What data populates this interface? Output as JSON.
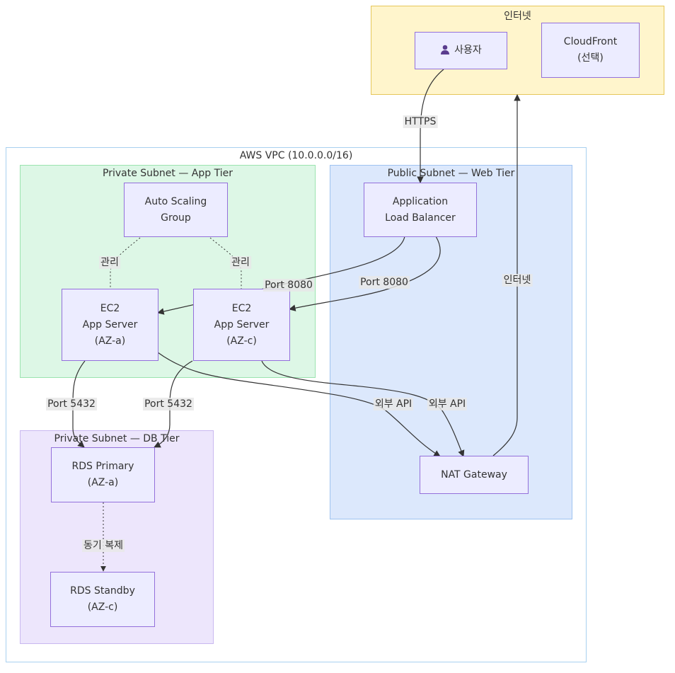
{
  "groups": {
    "internet": "인터넷",
    "vpc": "AWS VPC (10.0.0.0/16)",
    "app_subnet": "Private Subnet — App Tier",
    "web_subnet": "Public Subnet — Web Tier",
    "db_subnet": "Private Subnet — DB Tier"
  },
  "nodes": {
    "user": "사용자",
    "cloudfront": [
      "CloudFront",
      "(선택)"
    ],
    "alb": [
      "Application",
      "Load Balancer"
    ],
    "asg": [
      "Auto Scaling",
      "Group"
    ],
    "ec2a": [
      "EC2",
      "App Server",
      "(AZ-a)"
    ],
    "ec2c": [
      "EC2",
      "App Server",
      "(AZ-c)"
    ],
    "rds_primary": [
      "RDS Primary",
      "(AZ-a)"
    ],
    "rds_standby": [
      "RDS Standby",
      "(AZ-c)"
    ],
    "nat": "NAT Gateway"
  },
  "edges": {
    "https": "HTTPS",
    "port8080_a": "Port 8080",
    "port8080_c": "Port 8080",
    "manage_a": "관리",
    "manage_c": "관리",
    "port5432_a": "Port 5432",
    "port5432_c": "Port 5432",
    "ext_api_a": "외부 API",
    "ext_api_c": "외부 API",
    "internet_out": "인터넷",
    "sync_repl": "동기 복제"
  },
  "colors": {
    "internet_fill": "#FFF5CC",
    "internet_border": "#E6C75A",
    "vpc_border": "#A8D0F0",
    "app_fill": "#DDF7E6",
    "app_border": "#9BE3AF",
    "web_fill": "#DCE8FC",
    "web_border": "#9EC3F0",
    "db_fill": "#EDE6FC",
    "db_border": "#C9B8F0",
    "node_fill": "#ECECFF",
    "node_border": "#9370DB",
    "edge": "#333333"
  }
}
